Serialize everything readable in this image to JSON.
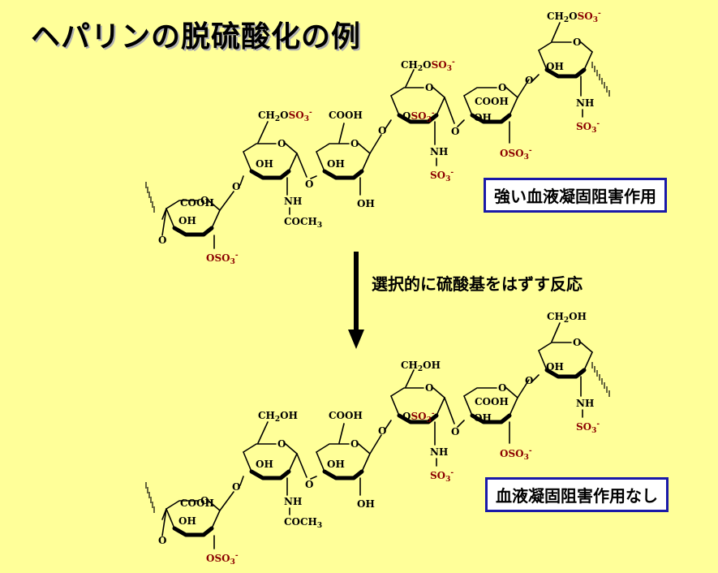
{
  "title": "ヘパリンの脱硫酸化の例",
  "top_label": "強い血液凝固阻害作用",
  "bottom_label": "血液凝固阻害作用なし",
  "arrow_caption": "選択的に硫酸基をはずす反応",
  "chem": {
    "ring_oxygen": "O",
    "link_oxygen": "O",
    "cooh": "COOH",
    "oh": "OH",
    "nh": "NH",
    "ch2": "CH",
    "two": "2",
    "three": "3",
    "so": "SO",
    "minus": "-",
    "coch": "COCH",
    "o_prefix": "O",
    "ch2oh_tail": "OH"
  },
  "colors": {
    "background": "#ffff99",
    "badge_border": "#1a1aa8",
    "sulfate": "#8b0000"
  }
}
